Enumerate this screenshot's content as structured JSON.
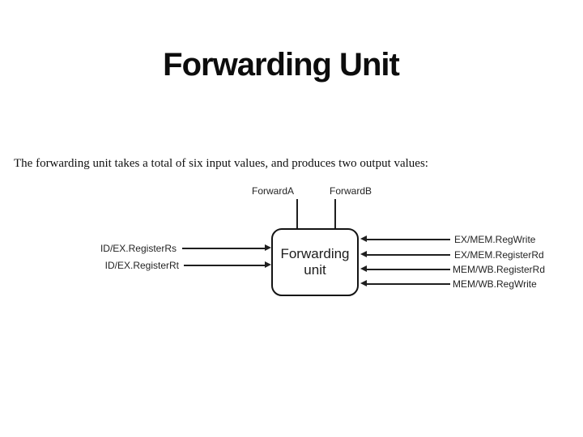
{
  "slide": {
    "title": "Forwarding Unit",
    "body_text": "The forwarding unit takes a total of six input values, and produces two output values:"
  },
  "diagram": {
    "unit_box": {
      "line1": "Forwarding",
      "line2": "unit"
    },
    "outputs": [
      {
        "label": "ForwardA"
      },
      {
        "label": "ForwardB"
      }
    ],
    "left_inputs": [
      {
        "label": "ID/EX.RegisterRs"
      },
      {
        "label": "ID/EX.RegisterRt"
      }
    ],
    "right_inputs": [
      {
        "label": "EX/MEM.RegWrite"
      },
      {
        "label": "EX/MEM.RegisterRd"
      },
      {
        "label": "MEM/WB.RegisterRd"
      },
      {
        "label": "MEM/WB.RegWrite"
      }
    ],
    "colors": {
      "ink": "#1f1f1f",
      "background": "#ffffff"
    }
  }
}
